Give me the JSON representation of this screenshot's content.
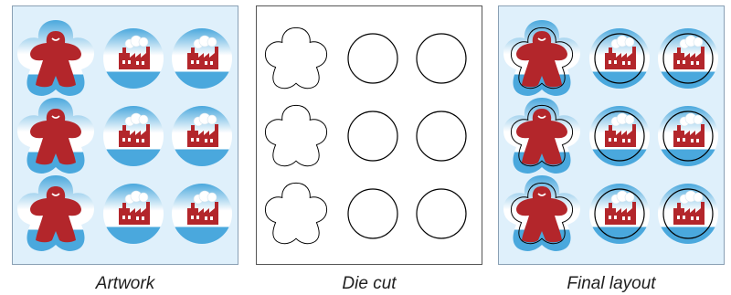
{
  "captions": {
    "artwork": "Artwork",
    "diecut": "Die cut",
    "final": "Final layout"
  },
  "grid": {
    "rows": 3,
    "columns": [
      "meeple",
      "factory",
      "factory"
    ]
  },
  "colors": {
    "background_tint": "#dff0fb",
    "token_blue": "#4aa8dd",
    "piece_red": "#b3262b",
    "cut_line": "#000000"
  }
}
